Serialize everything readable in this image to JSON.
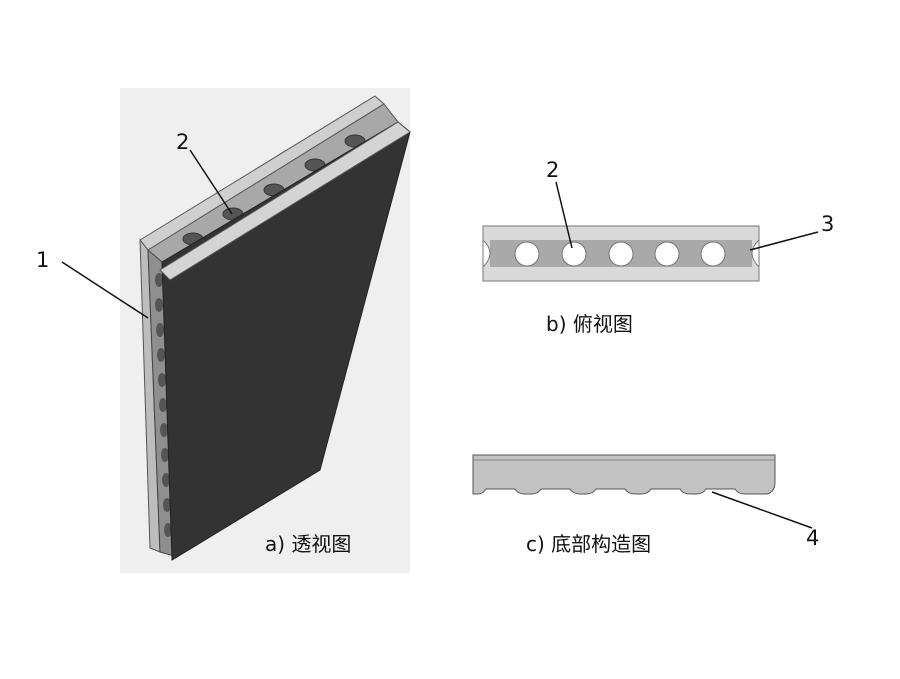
{
  "captions": {
    "perspective": "a) 透视图",
    "top_view": "b) 俯视图",
    "bottom_view": "c) 底部构造图"
  },
  "callouts": {
    "one": "1",
    "two_perspective": "2",
    "two_top": "2",
    "three": "3",
    "four": "4"
  },
  "colors": {
    "panel_face": "#333333",
    "panel_edge": "#c8c8c8",
    "core": "#9a9a9a",
    "hole": "#ffffff",
    "background_shade": "#eeeeee"
  }
}
